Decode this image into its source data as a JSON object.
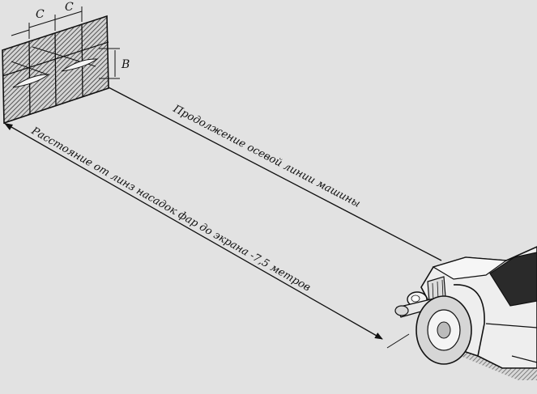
{
  "labels": {
    "c_left": "С",
    "c_right": "С",
    "b": "В",
    "axis_line": "Продолжение осевой линии машины",
    "distance": "Расстояние от линз насадок фар до экрана -7,5 метров"
  },
  "colors": {
    "background": "#e2e2e2",
    "ink": "#111111"
  }
}
